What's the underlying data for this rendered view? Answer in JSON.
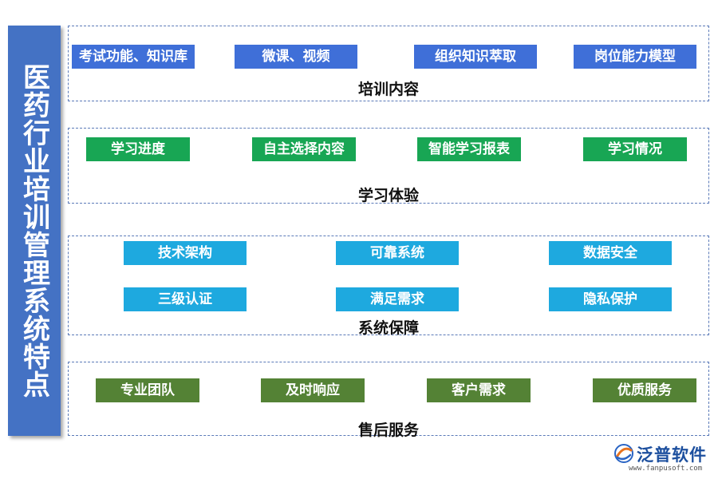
{
  "side_title": "医药行业培训管理系统特点",
  "sections": [
    {
      "label": "培训内容",
      "items": [
        "考试功能、知识库",
        "微课、视频",
        "组织知识萃取",
        "岗位能力模型"
      ]
    },
    {
      "label": "学习体验",
      "items": [
        "学习进度",
        "自主选择内容",
        "智能学习报表",
        "学习情况"
      ]
    },
    {
      "label": "系统保障",
      "items": [
        "技术架构",
        "可靠系统",
        "数据安全",
        "三级认证",
        "满足需求",
        "隐私保护"
      ]
    },
    {
      "label": "售后服务",
      "items": [
        "专业团队",
        "及时响应",
        "客户需求",
        "优质服务"
      ]
    }
  ],
  "logo": {
    "name": "泛普软件",
    "url": "www.fanpusoft.com"
  },
  "colors": {
    "title_bg": "#4472c4",
    "section1": "#3f6fd8",
    "section2": "#18a654",
    "section3": "#1ea9df",
    "section4": "#548235"
  }
}
